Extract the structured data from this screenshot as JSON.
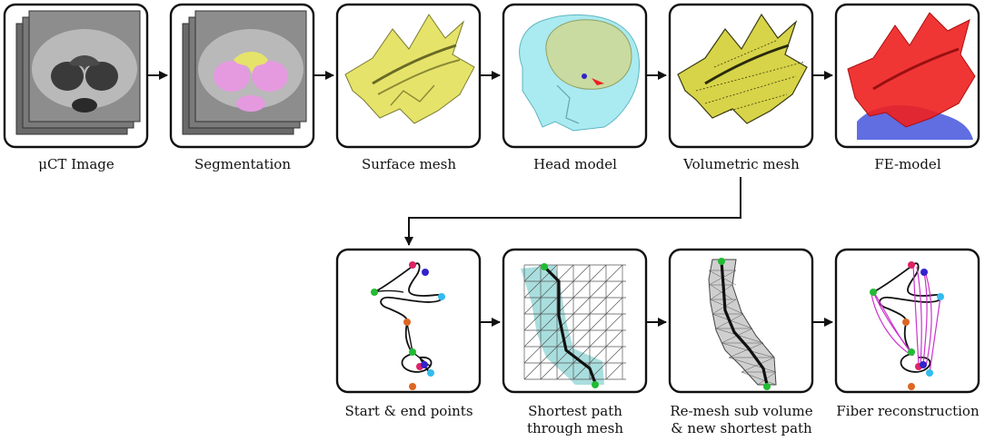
{
  "top_row": [
    {
      "id": "uct",
      "line1": "μCT Image",
      "line2": ""
    },
    {
      "id": "seg",
      "line1": "Segmentation",
      "line2": ""
    },
    {
      "id": "surf",
      "line1": "Surface mesh",
      "line2": ""
    },
    {
      "id": "head",
      "line1": "Head model",
      "line2": ""
    },
    {
      "id": "vol",
      "line1": "Volumetric mesh",
      "line2": ""
    },
    {
      "id": "fe",
      "line1": "FE-model",
      "line2": ""
    }
  ],
  "bottom_row": [
    {
      "id": "pts",
      "line1": "Start & end points",
      "line2": ""
    },
    {
      "id": "sp",
      "line1": "Shortest path",
      "line2": "through mesh"
    },
    {
      "id": "rm",
      "line1": "Re-mesh sub volume",
      "line2": "& new shortest path"
    },
    {
      "id": "fib",
      "line1": "Fiber reconstruction",
      "line2": ""
    }
  ],
  "colors": {
    "stroke": "#111111",
    "surface_yellow": "#e6e36a",
    "segment_pink": "#e59ae0",
    "head_cyan": "#8ee3ec",
    "brain_green": "#c9dba0",
    "fe_red": "#ee1f1f",
    "fe_blue": "#4455dd",
    "path_teal": "#a9dede",
    "fiber_magenta": "#cc33cc",
    "point_green": "#22bb33",
    "point_pink": "#dd2266",
    "point_blue": "#3322cc",
    "point_cyan": "#33bbee",
    "point_orange": "#dd6622"
  }
}
